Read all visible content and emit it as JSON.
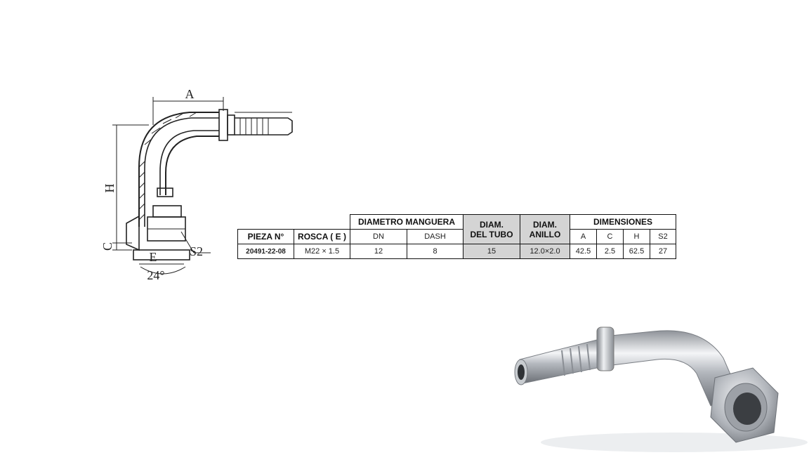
{
  "drawing": {
    "labels": {
      "a": "A",
      "h": "H",
      "c": "C",
      "e": "E",
      "s2": "S2",
      "angle": "24°"
    }
  },
  "table": {
    "groups": {
      "hose_diameter": "DIAMETRO MANGUERA",
      "tube_diameter": [
        "DIAM.",
        "DEL TUBO"
      ],
      "ring_diameter": [
        "DIAM.",
        "ANILLO"
      ],
      "dimensions": "DIMENSIONES"
    },
    "headers": {
      "part": "PIEZA N°",
      "thread": "ROSCA ( E )",
      "dn": "DN",
      "dash": "DASH",
      "a": "A",
      "c": "C",
      "h": "H",
      "s2": "S2"
    },
    "row": {
      "part": "20491-22-08",
      "thread": "M22 × 1.5",
      "dn": "12",
      "dash": "8",
      "tube": "15",
      "ring": "12.0×2.0",
      "a": "42.5",
      "c": "2.5",
      "h": "62.5",
      "s2": "27"
    }
  },
  "colors": {
    "gray_cell": "#d4d4d4",
    "border": "#111111"
  }
}
